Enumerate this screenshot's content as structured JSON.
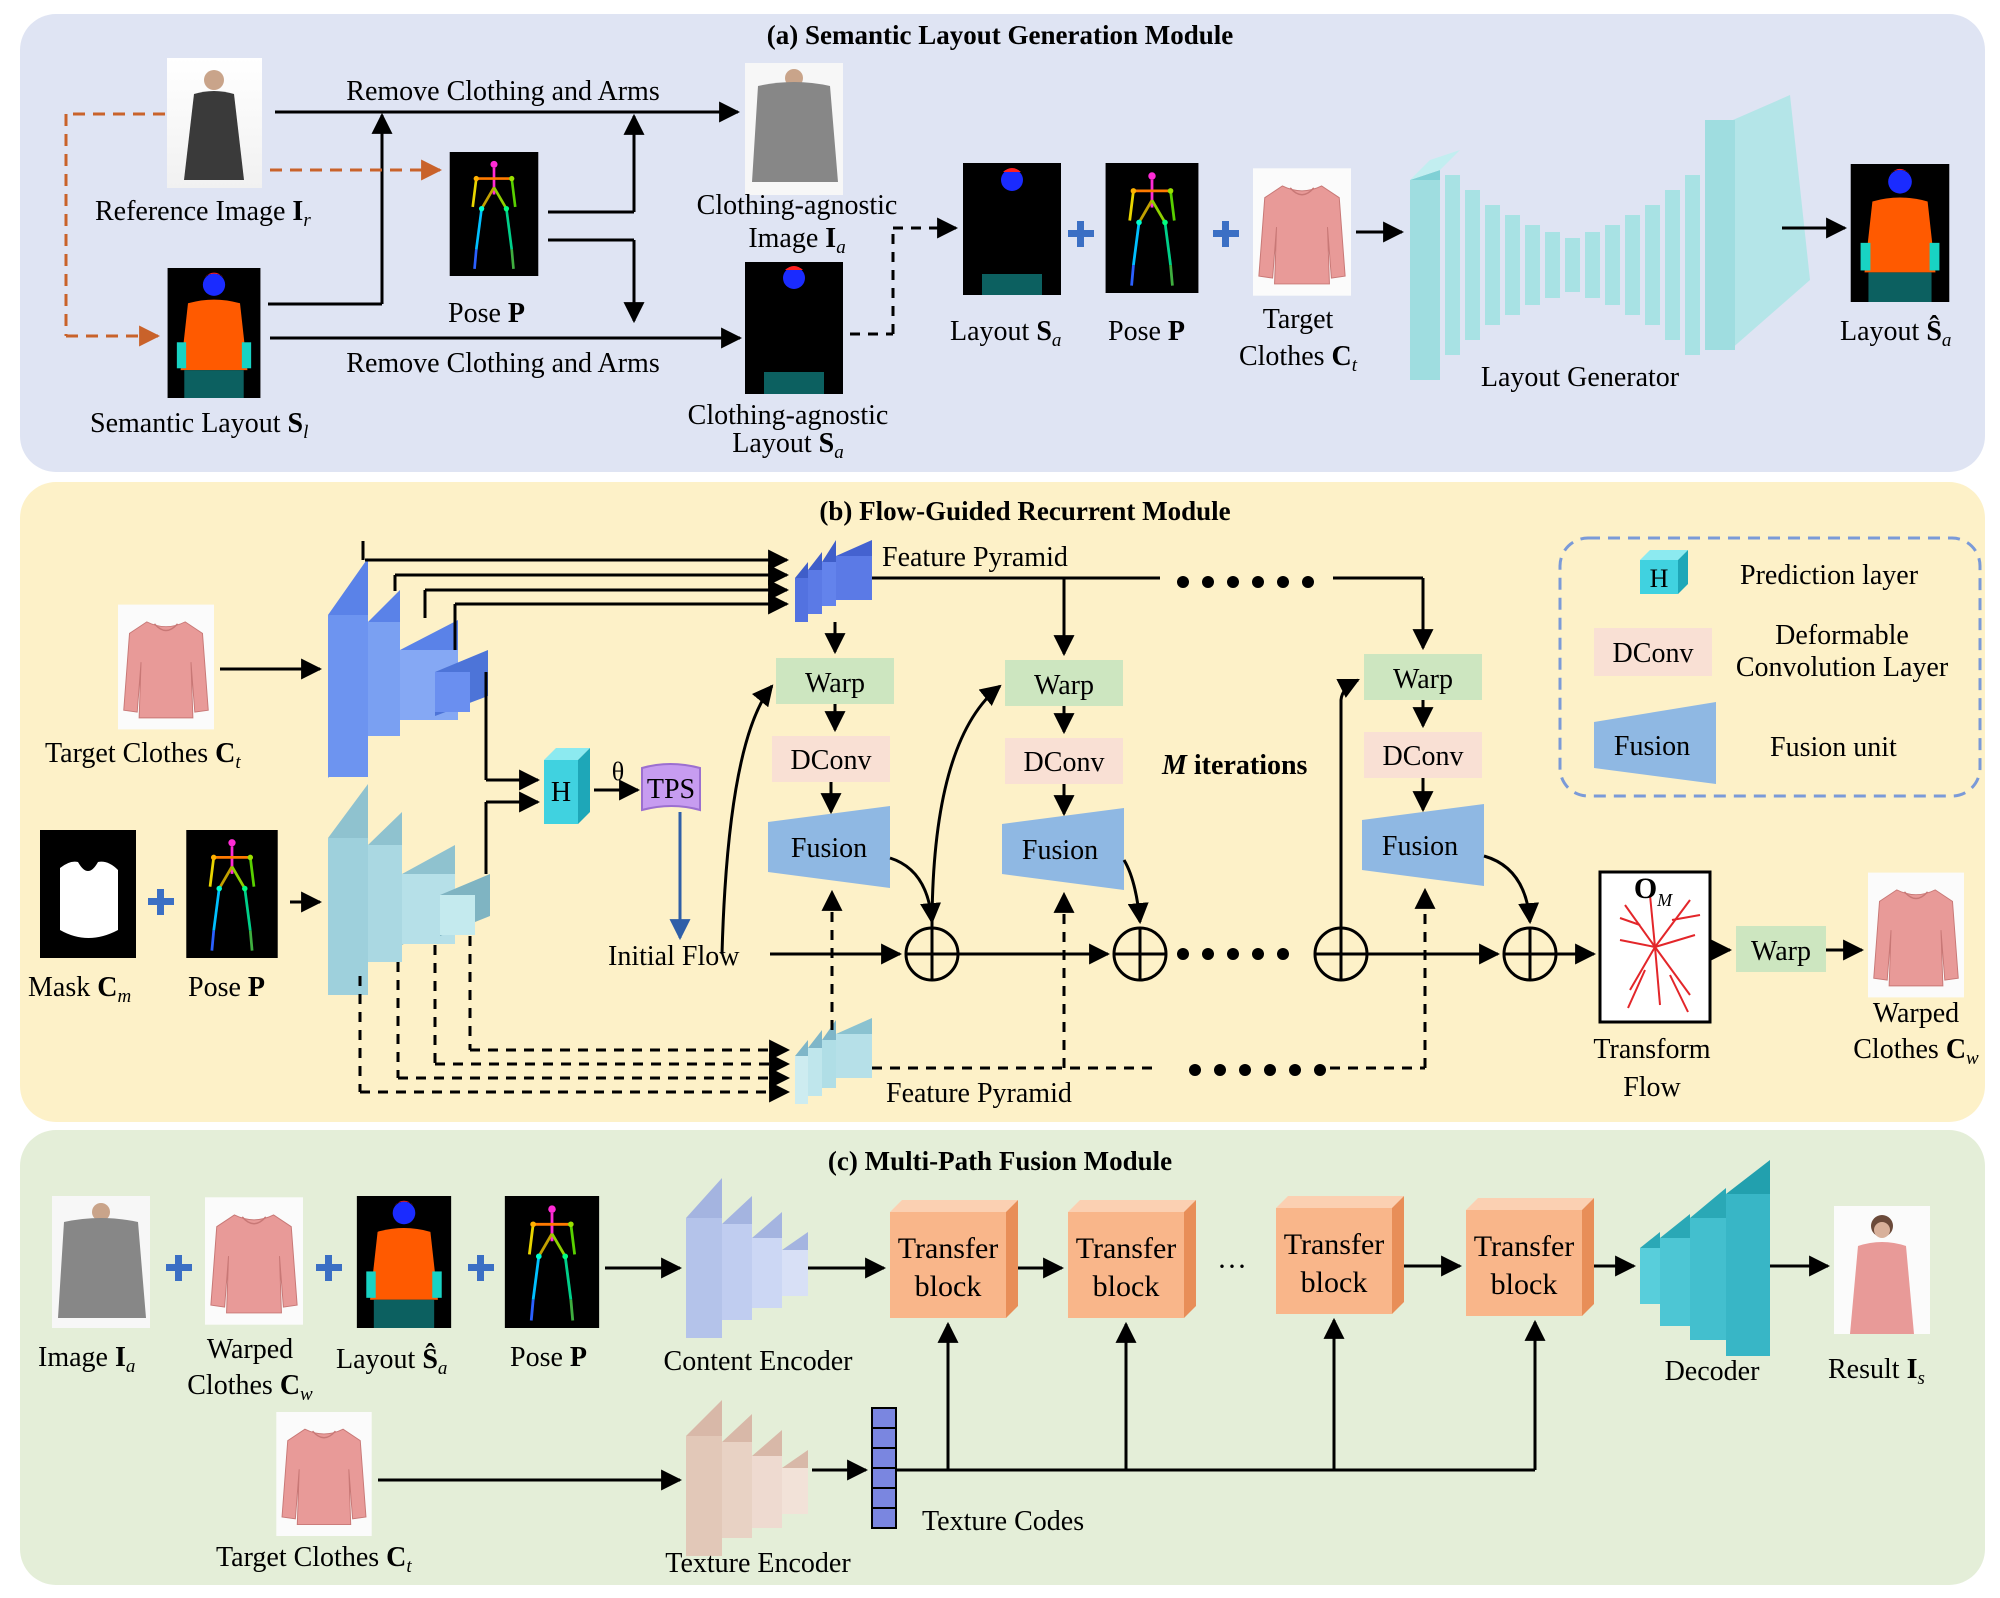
{
  "panel_a": {
    "title": "(a) Semantic Layout Generation Module",
    "remove_top": "Remove Clothing and Arms",
    "remove_bottom": "Remove Clothing and Arms",
    "ref_image": "Reference Image ",
    "ref_image_sym": "I",
    "ref_image_sub": "r",
    "pose": "Pose ",
    "pose_sym": "P",
    "sem_layout": "Semantic Layout ",
    "sem_layout_sym": "S",
    "sem_layout_sub": "l",
    "agn_image_l1": "Clothing-agnostic",
    "agn_image_l2": "Image ",
    "agn_image_sym": "I",
    "agn_image_sub": "a",
    "agn_layout_l1": "Clothing-agnostic",
    "agn_layout_l2": "Layout ",
    "agn_layout_sym": "S",
    "agn_layout_sub": "a",
    "layout_sa": "Layout ",
    "layout_sa_sym": "S",
    "layout_sa_sub": "a",
    "pose2": "Pose ",
    "pose2_sym": "P",
    "target_l1": "Target",
    "target_l2": "Clothes ",
    "target_sym": "C",
    "target_sub": "t",
    "generator": "Layout Generator",
    "out_layout": "Layout ",
    "out_layout_sym": "Ŝ",
    "out_layout_sub": "a"
  },
  "panel_b": {
    "title": "(b) Flow-Guided Recurrent Module",
    "target": "Target Clothes ",
    "target_sym": "C",
    "target_sub": "t",
    "mask": "Mask ",
    "mask_sym": "C",
    "mask_sub": "m",
    "pose": "Pose ",
    "pose_sym": "P",
    "h": "H",
    "theta": "θ",
    "tps": "TPS",
    "initial_flow": "Initial Flow",
    "feature_pyramid_top": "Feature Pyramid",
    "feature_pyramid_bottom": "Feature Pyramid",
    "warp": "Warp",
    "dconv": "DConv",
    "fusion": "Fusion",
    "iterations_m": "M",
    "iterations_text": " iterations",
    "flow_sym": "O",
    "flow_sub": "M",
    "transform_l1": "Transform",
    "transform_l2": "Flow",
    "final_warp": "Warp",
    "warped_l1": "Warped",
    "warped_l2": "Clothes ",
    "warped_sym": "C",
    "warped_sub": "w",
    "legend": {
      "h": "H",
      "prediction": "Prediction layer",
      "dconv": "DConv",
      "deformable_l1": "Deformable",
      "deformable_l2": "Convolution Layer",
      "fusion": "Fusion",
      "fusion_unit": "Fusion unit"
    }
  },
  "panel_c": {
    "title": "(c) Multi-Path Fusion Module",
    "image": "Image ",
    "image_sym": "I",
    "image_sub": "a",
    "warped_l1": "Warped",
    "warped_l2": "Clothes ",
    "warped_sym": "C",
    "warped_sub": "w",
    "layout": "Layout ",
    "layout_sym": "Ŝ",
    "layout_sub": "a",
    "pose": "Pose ",
    "pose_sym": "P",
    "content_encoder": "Content Encoder",
    "texture_encoder": "Texture Encoder",
    "texture_codes": "Texture Codes",
    "transfer_l1": "Transfer",
    "transfer_l2": "block",
    "ellipsis": "···",
    "decoder": "Decoder",
    "result": "Result ",
    "result_sym": "I",
    "result_sub": "s",
    "target": "Target Clothes ",
    "target_sym": "C",
    "target_sub": "t"
  },
  "colors": {
    "panel_a_bg": "#dfe4f3",
    "panel_b_bg": "#fdf1c8",
    "panel_c_bg": "#e4eed8",
    "generator": "#9fdde0",
    "warp": "#cde6c0",
    "dconv": "#f9e0d4",
    "fusion": "#8fb8e3",
    "transfer": "#f9b68a",
    "decoder": "#4dc6d4",
    "texture": "#ecd2c6",
    "content": "#c9d5ee",
    "dashed_orange": "#c9622a",
    "plus_blue": "#3b6fc4"
  }
}
